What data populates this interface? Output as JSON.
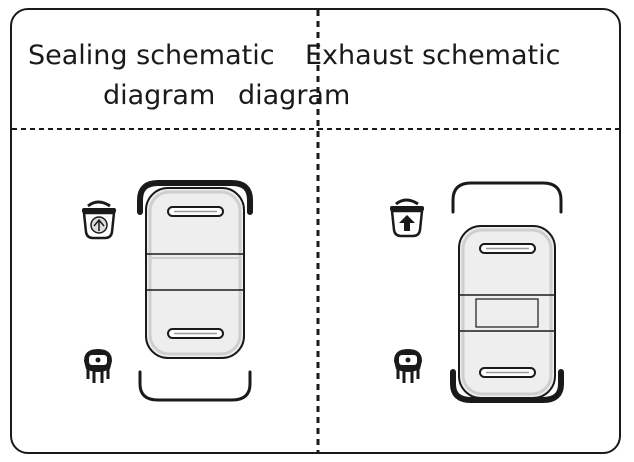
{
  "panels": {
    "left": {
      "title_line1": "Sealing schematic",
      "title_line2": "diagram",
      "pot_icon": "pressure-cooker-lid-icon",
      "lock_icon": "locked-valve-icon"
    },
    "right": {
      "title_line1": "Exhaust schematic",
      "title_line2": "diagram",
      "pot_icon": "pressure-cooker-steam-icon",
      "lock_icon": "locked-valve-icon"
    }
  },
  "colors": {
    "outline": "#1a1a1a",
    "knob_fill": "#eeeeee",
    "knob_shadow": "#cfcfcf"
  }
}
